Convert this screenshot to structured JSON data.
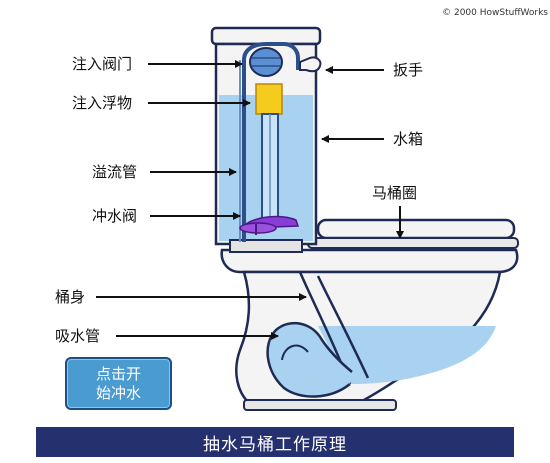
{
  "copyright": "© 2000 HowStuffWorks",
  "labels": {
    "fill_valve": "注入阀门",
    "fill_float": "注入浮物",
    "overflow_tube": "溢流管",
    "flush_valve": "冲水阀",
    "bowl": "桶身",
    "siphon_tube": "吸水管",
    "handle": "扳手",
    "tank": "水箱",
    "seat": "马桶圈"
  },
  "button": {
    "line1": "点击开",
    "line2": "始冲水"
  },
  "caption": "抽水马桶工作原理",
  "colors": {
    "water": "#a8d2f0",
    "float": "#f5cc1e",
    "flapper": "#8a3cd6",
    "outline": "#1f2a55",
    "porcelain": "#f4f4f4",
    "title_bar": "#25306e",
    "button": "#4a9bd0"
  }
}
